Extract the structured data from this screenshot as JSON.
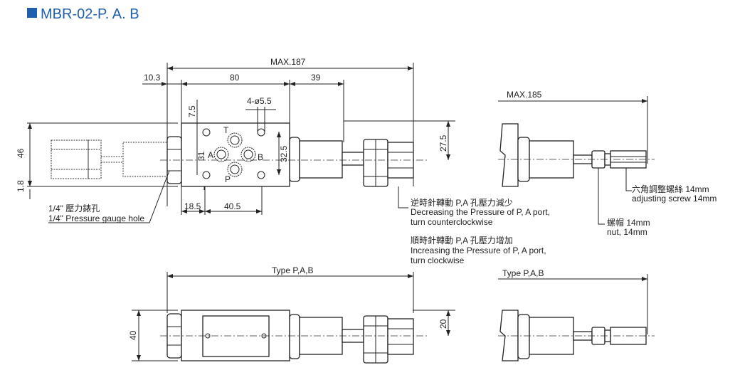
{
  "title": "MBR-02-P. A. B",
  "accent_color": "#1f5fae",
  "top_view": {
    "dim_max": "MAX.187",
    "dim_10_3": "10.3",
    "dim_80": "80",
    "dim_39": "39",
    "dim_hole": "4-ø5.5",
    "dim_7_5": "7.5",
    "dim_31": "31",
    "dim_32_5": "32.5",
    "dim_46": "46",
    "dim_1_8": "1.8",
    "dim_27_5": "27.5",
    "dim_18_5": "18.5",
    "dim_40_5": "40.5",
    "port_t": "T",
    "port_a": "A",
    "port_b": "B",
    "port_p": "P"
  },
  "notes": {
    "gauge_cn": "1/4\" 壓力錶孔",
    "gauge_en": "1/4\" Pressure gauge hole",
    "decrease_cn": "逆時針轉動  P,A  孔壓力減少",
    "decrease_en1": "Decreasing the Pressure of P, A port,",
    "decrease_en2": "turn counterclockwise",
    "increase_cn": "順時針轉動  P,A  孔壓力增加",
    "increase_en1": "Increasing the Pressure of P, A port,",
    "increase_en2": "turn clockwise",
    "screw_cn": "六角調整螺絲  14mm",
    "screw_en": "adjusting screw 14mm",
    "nut_cn": "螺帽  14mm",
    "nut_en": "nut, 14mm"
  },
  "side_view": {
    "dim_max": "MAX.185"
  },
  "bottom_view": {
    "type_label": "Type  P,A,B",
    "dim_40": "40",
    "dim_20": "20"
  },
  "bottom_side_view": {
    "type_label": "Type  P,A,B"
  }
}
